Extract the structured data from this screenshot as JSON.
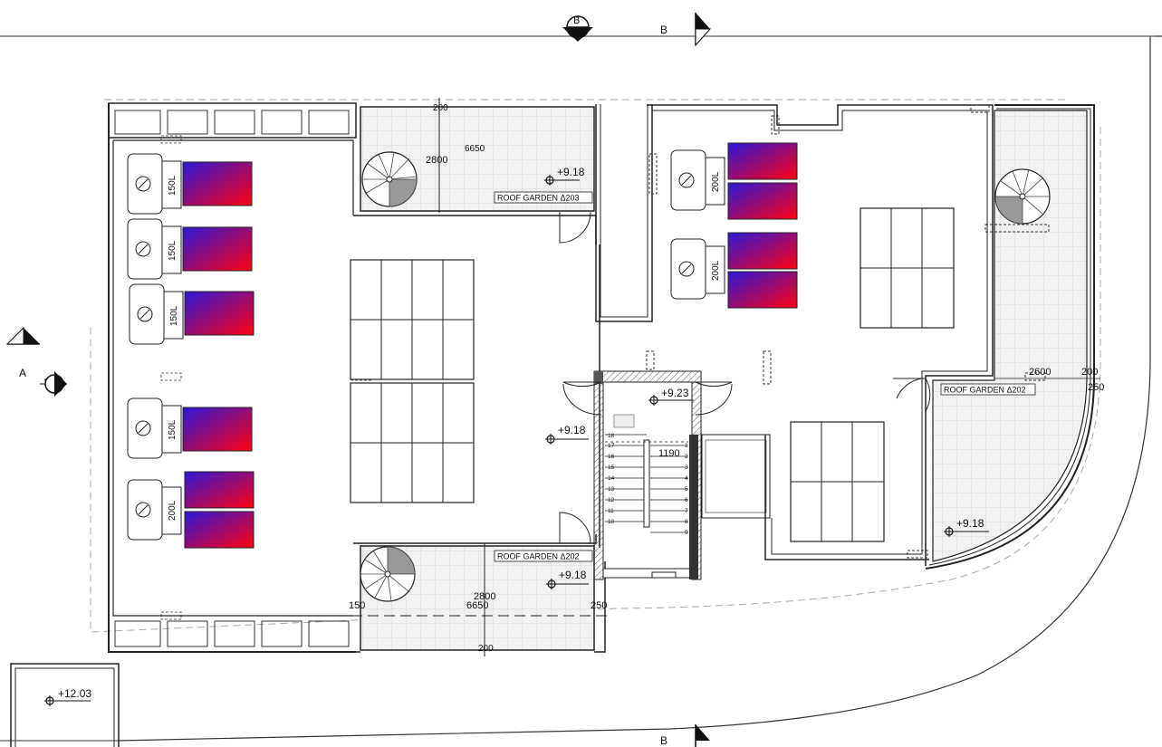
{
  "section_markers": {
    "top_b": "B",
    "top_b_arrow": "B",
    "bottom_b": "B",
    "left_a": "A"
  },
  "elevations": {
    "roof_garden_203": "+9.18",
    "roof_garden_202_left": "+9.18",
    "roof_garden_202_right": "+9.18",
    "center": "+9.18",
    "stair_landing": "+9.23",
    "outbuilding": "+12.03"
  },
  "room_labels": {
    "roof_garden_203": "ROOF GARDEN Δ203",
    "roof_garden_202_left": "ROOF GARDEN Δ202",
    "roof_garden_202_right": "ROOF GARDEN Δ202"
  },
  "dimensions": {
    "top_garden_height": "2800",
    "top_garden_width": "6650",
    "top_garden_small": "200",
    "bottom_garden_height": "2800",
    "bottom_garden_width": "6650",
    "bottom_left_offset": "150",
    "bottom_right_offset": "250",
    "bottom_small": "200",
    "stair_width": "1190",
    "right_garden_width": "2600",
    "right_garden_small_a": "200",
    "right_garden_small_b": "250"
  },
  "water_heaters": {
    "left": [
      "150L",
      "150L",
      "150L",
      "150L",
      "200L"
    ],
    "right": [
      "200L",
      "200L"
    ]
  },
  "stair_steps_left": [
    "18",
    "17",
    "16",
    "15",
    "14",
    "13",
    "12",
    "11",
    "10"
  ],
  "stair_steps_right": [
    "1",
    "2",
    "3",
    "4",
    "5",
    "6",
    "7",
    "8",
    "9"
  ],
  "colors": {
    "panel_start": "#2a18d8",
    "panel_end": "#ff0010",
    "wall": "#1a1a1a",
    "garden_fill": "#f1f1f1",
    "grid": "#cfcfcf"
  }
}
